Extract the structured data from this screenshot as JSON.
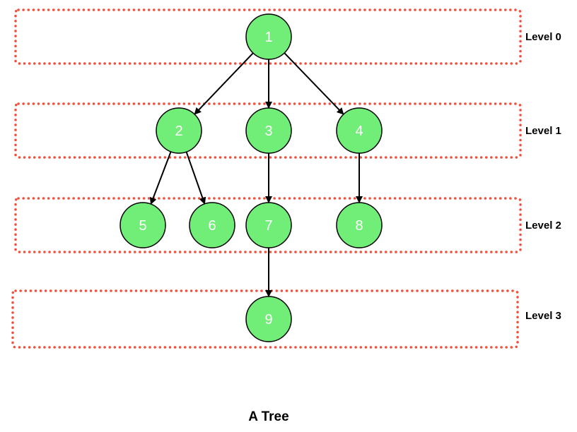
{
  "colors": {
    "node_fill": "#70ee78",
    "node_stroke": "#000000",
    "node_text": "#ffffff",
    "level_border": "#f24f3c",
    "edge": "#000000"
  },
  "levels": [
    {
      "id": 0,
      "label": "Level 0"
    },
    {
      "id": 1,
      "label": "Level 1"
    },
    {
      "id": 2,
      "label": "Level 2"
    },
    {
      "id": 3,
      "label": "Level 3"
    }
  ],
  "nodes": [
    {
      "id": "1",
      "label": "1",
      "level": 0
    },
    {
      "id": "2",
      "label": "2",
      "level": 1
    },
    {
      "id": "3",
      "label": "3",
      "level": 1
    },
    {
      "id": "4",
      "label": "4",
      "level": 1
    },
    {
      "id": "5",
      "label": "5",
      "level": 2
    },
    {
      "id": "6",
      "label": "6",
      "level": 2
    },
    {
      "id": "7",
      "label": "7",
      "level": 2
    },
    {
      "id": "8",
      "label": "8",
      "level": 2
    },
    {
      "id": "9",
      "label": "9",
      "level": 3
    }
  ],
  "edges": [
    {
      "from": "1",
      "to": "2"
    },
    {
      "from": "1",
      "to": "3"
    },
    {
      "from": "1",
      "to": "4"
    },
    {
      "from": "2",
      "to": "5"
    },
    {
      "from": "2",
      "to": "6"
    },
    {
      "from": "3",
      "to": "7"
    },
    {
      "from": "4",
      "to": "8"
    },
    {
      "from": "7",
      "to": "9"
    }
  ],
  "caption": "A Tree"
}
